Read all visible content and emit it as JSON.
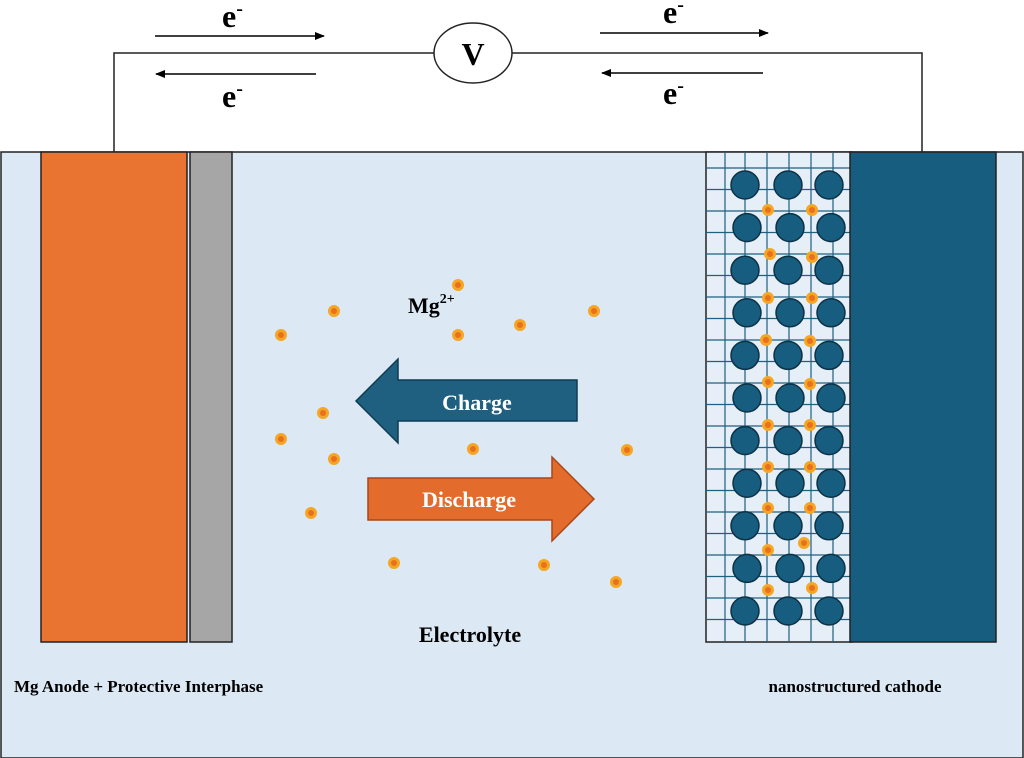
{
  "circuit": {
    "meter_label": "V",
    "electron_base": "e",
    "electron_charge": "-"
  },
  "ion": {
    "symbol": "Mg",
    "charge": "2+"
  },
  "arrows": {
    "charge_label": "Charge",
    "discharge_label": "Discharge"
  },
  "labels": {
    "electrolyte": "Electrolyte",
    "anode": "Mg Anode + Protective Interphase",
    "cathode": "nanostructured cathode"
  },
  "colors": {
    "electrolyte_bg": "#dce9f5",
    "anode": "#e97330",
    "interphase": "#a6a6a6",
    "cathode": "#175d7f",
    "ion_fill": "#f5a623",
    "ion_core": "#e8701e",
    "arrow_charge": "#1f5f80",
    "arrow_discharge": "#e36c2c"
  }
}
